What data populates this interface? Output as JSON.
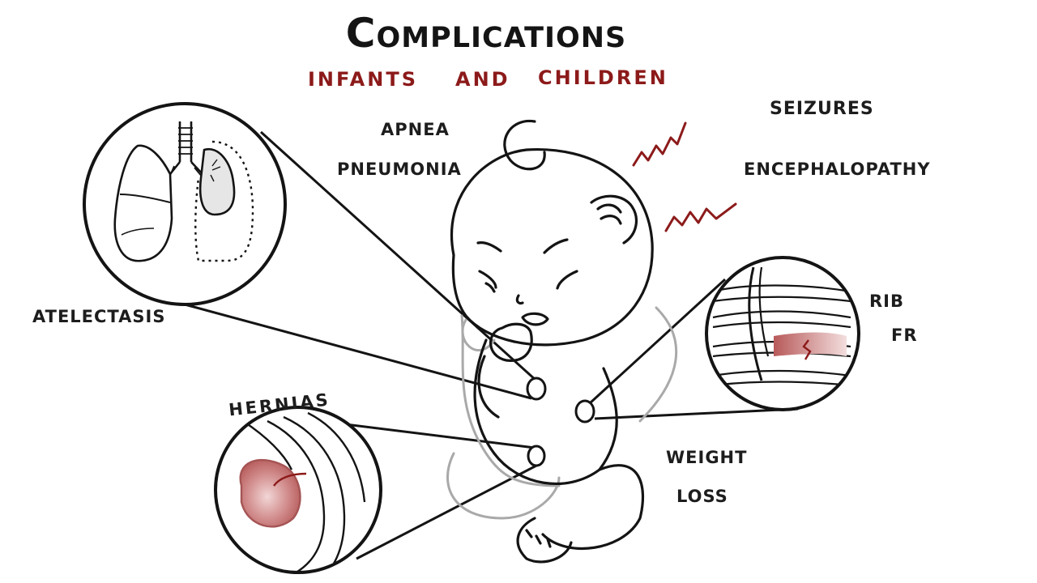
{
  "diagram": {
    "title": "Complications",
    "subtitle": {
      "parts": [
        "INFANTS",
        "AND",
        "CHILDREN"
      ],
      "color": "#8c1a1a"
    },
    "labels": {
      "apnea": "APNEA",
      "pneumonia": "PNEUMONIA",
      "seizures": "SEIZURES",
      "encephalopathy": "ENCEPHALOPATHY",
      "atelectasis": "ATELECTASIS",
      "hernias": "HERNIAS",
      "rib": "RIB",
      "fr": "FR",
      "weight": "WEIGHT",
      "loss": "LOSS"
    },
    "colors": {
      "ink": "#141414",
      "accent": "#8c1a1a",
      "tissue": "#c97b7b",
      "lung_fill": "#e6e6e6"
    },
    "icons": [
      "lungs-icon",
      "rib-cage-icon",
      "hernia-icon",
      "baby-icon",
      "squiggle-icon"
    ]
  }
}
